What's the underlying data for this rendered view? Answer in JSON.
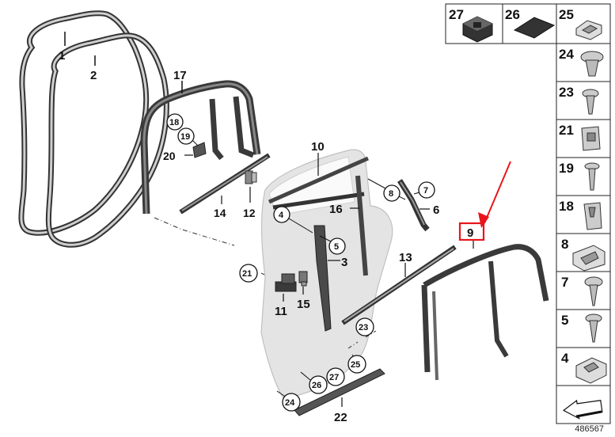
{
  "diagram_id": "486567",
  "highlighted_callout": "9",
  "accent_color": "#e8151b",
  "main_labels": {
    "p1": "1",
    "p2": "2",
    "p17": "17",
    "p20": "20",
    "p14": "14",
    "p12": "12",
    "p10": "10",
    "p16": "16",
    "p6": "6",
    "p3": "3",
    "p13": "13",
    "p11": "11",
    "p15": "15",
    "p22": "22",
    "p9": "9"
  },
  "circled_labels": {
    "c18": "18",
    "c19": "19",
    "c4": "4",
    "c5": "5",
    "c8": "8",
    "c7": "7",
    "c21": "21",
    "c23": "23",
    "c25": "25",
    "c27": "27",
    "c26": "26",
    "c24": "24"
  },
  "top_panels": {
    "t27": "27",
    "t26": "26",
    "t25": "25"
  },
  "side_panels": {
    "s24": "24",
    "s23": "23",
    "s21": "21",
    "s19": "19",
    "s18": "18",
    "s8": "8",
    "s7": "7",
    "s5": "5",
    "s4": "4"
  }
}
